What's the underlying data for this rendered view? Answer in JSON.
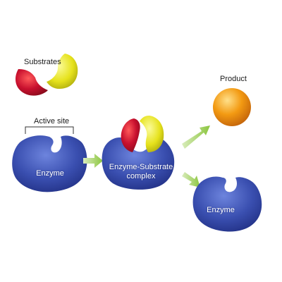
{
  "labels": {
    "substrates": "Substrates",
    "active_site": "Active site",
    "product": "Product",
    "enzyme_left": "Enzyme",
    "complex_line1": "Enzyme-Substrate",
    "complex_line2": "complex",
    "enzyme_right": "Enzyme"
  },
  "colors": {
    "enzyme_blue": "#3a4fb0",
    "enzyme_highlight": "#6d84dd",
    "substrate_red": "#c8102e",
    "substrate_yellow": "#e6e21c",
    "product_orange": "#f39a12",
    "arrow_green": "#8cc63f"
  }
}
